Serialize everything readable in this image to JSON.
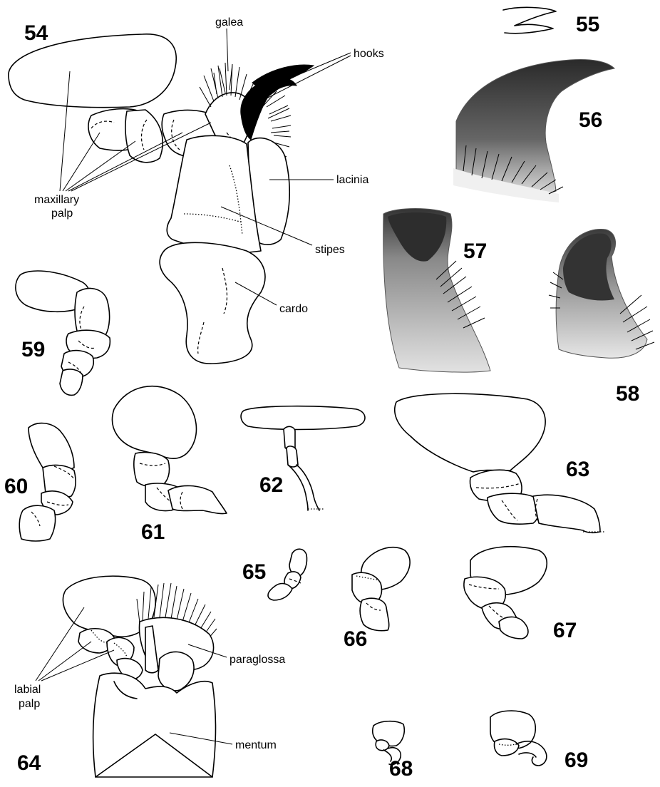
{
  "figure_numbers": {
    "f54": "54",
    "f55": "55",
    "f56": "56",
    "f57": "57",
    "f58": "58",
    "f59": "59",
    "f60": "60",
    "f61": "61",
    "f62": "62",
    "f63": "63",
    "f64": "64",
    "f65": "65",
    "f66": "66",
    "f67": "67",
    "f68": "68",
    "f69": "69"
  },
  "labels": {
    "galea": "galea",
    "hooks": "hooks",
    "lacinia": "lacinia",
    "maxillary_palp_line1": "maxillary",
    "maxillary_palp_line2": "palp",
    "stipes": "stipes",
    "cardo": "cardo",
    "paraglossa": "paraglossa",
    "labial_palp_line1": "labial",
    "labial_palp_line2": "palp",
    "mentum": "mentum"
  }
}
